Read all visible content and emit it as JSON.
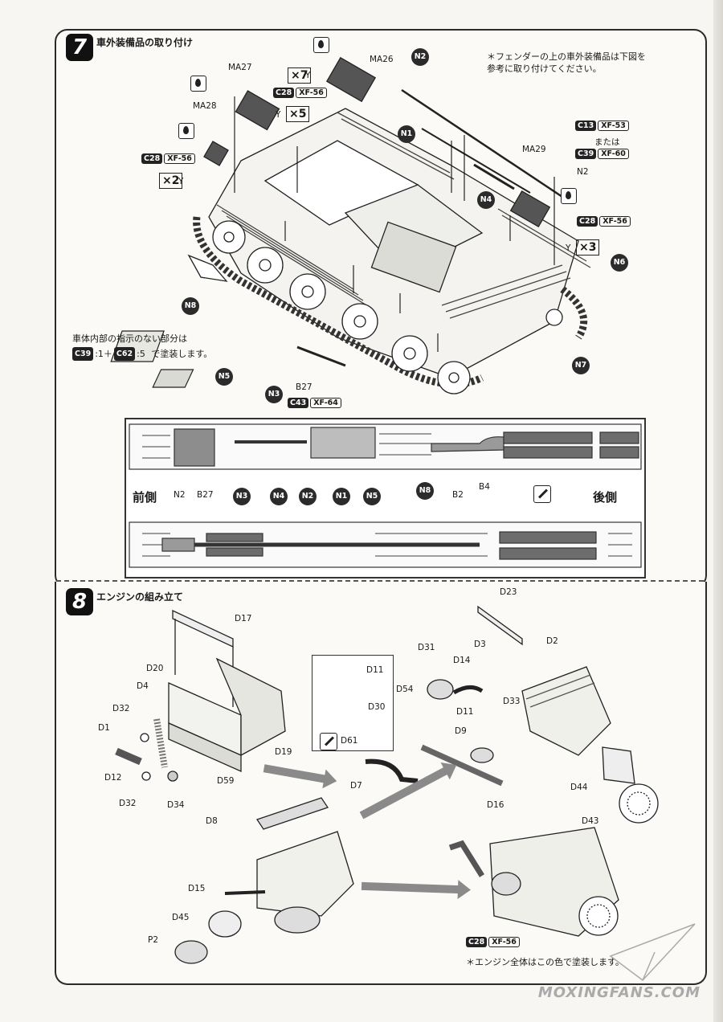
{
  "step7": {
    "number": "7",
    "title": "車外装備品の取り付け",
    "fender_note": "＊フェンダーの上の車外装備品は下図を\n参考に取り付けてください。",
    "interior_note": "車体内部の指示のない部分は",
    "interior_note2": "で塗装します。",
    "mix_c39": "C39",
    "mix_r1": ":1＋",
    "mix_c62": "C62",
    "mix_r2": ":5",
    "or_text": "または",
    "parts": {
      "ma27": "MA27",
      "ma26": "MA26",
      "ma28": "MA28",
      "ma29": "MA29",
      "n1": "N1",
      "n2": "N2",
      "n3": "N3",
      "n4": "N4",
      "n5": "N5",
      "n6": "N6",
      "n7": "N7",
      "n8": "N8",
      "b27": "B27",
      "b4": "B4",
      "b2": "B2",
      "y": "Y"
    },
    "paints": {
      "c28": "C28",
      "xf56": "XF-56",
      "c13": "C13",
      "xf53": "XF-53",
      "c39": "C39",
      "xf60": "XF-60",
      "c43": "C43",
      "xf64": "XF-64"
    },
    "qty": {
      "x7": "×7",
      "x5": "×5",
      "x2": "×2",
      "x3": "×3"
    },
    "front": "前側",
    "rear": "後側"
  },
  "step8": {
    "number": "8",
    "title": "エンジンの組み立て",
    "parts": {
      "d17": "D17",
      "d20": "D20",
      "d4": "D4",
      "d32": "D32",
      "d1": "D1",
      "d12": "D12",
      "d34": "D34",
      "d59": "D59",
      "d19": "D19",
      "d11": "D11",
      "d30": "D30",
      "d61": "D61",
      "d23": "D23",
      "d31": "D31",
      "d3": "D3",
      "d14": "D14",
      "d2": "D2",
      "d54": "D54",
      "d33": "D33",
      "d9": "D9",
      "d7": "D7",
      "d16": "D16",
      "d44": "D44",
      "d43": "D43",
      "d8": "D8",
      "d15": "D15",
      "d45": "D45",
      "p2": "P2"
    },
    "engine_paint_c28": "C28",
    "engine_paint_xf56": "XF-56",
    "engine_note": "＊エンジン全体はこの色で塗装します。"
  },
  "watermark": "MOXINGFANS.COM"
}
